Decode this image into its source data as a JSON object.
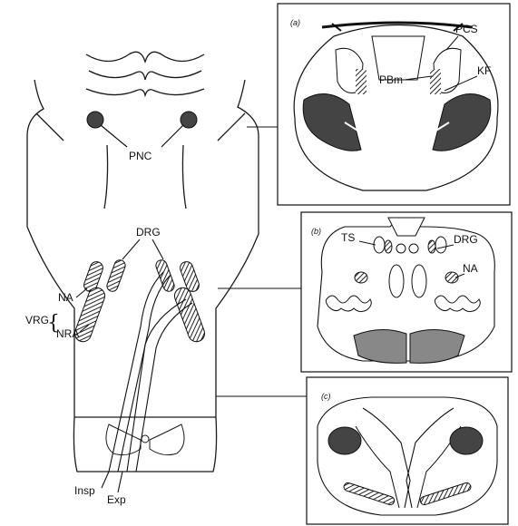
{
  "labels": {
    "pnc": "PNC",
    "drg": "DRG",
    "na": "NA",
    "vrg": "VRG",
    "nra": "NRA",
    "insp": "Insp",
    "exp": "Exp",
    "brace": "{"
  },
  "panels": {
    "a": {
      "tag": "(a)",
      "pcs": "PCS",
      "pbm": "PBm",
      "kf": "KF"
    },
    "b": {
      "tag": "(b)",
      "ts": "TS",
      "drg": "DRG",
      "na": "NA"
    },
    "c": {
      "tag": "(c)"
    }
  },
  "colors": {
    "line": "#1a1a1a",
    "fill_dark": "#4a4a4a",
    "fill_mid": "#8c8c8c"
  }
}
